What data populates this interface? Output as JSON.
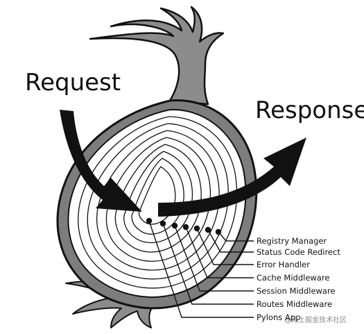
{
  "diagram": {
    "request_label": "Request",
    "response_label": "Response",
    "layers": [
      "Registry Manager",
      "Status Code Redirect",
      "Error Handler",
      "Cache Middleware",
      "Session Middleware",
      "Routes Middleware",
      "Pylons App"
    ],
    "watermark": "@稀土掘金技术社区"
  }
}
